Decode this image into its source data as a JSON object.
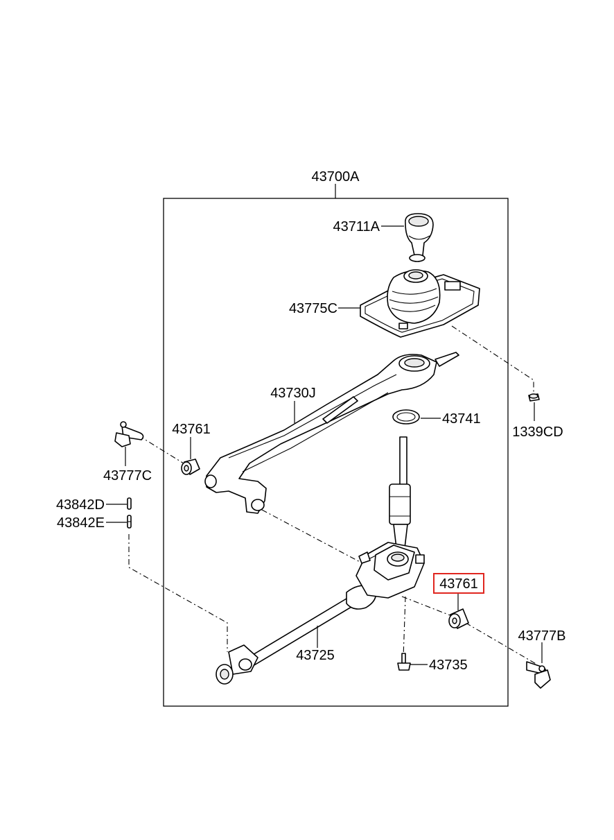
{
  "diagram": {
    "assembly_label": "43700A",
    "highlight_color": "#e0261f",
    "parts": [
      {
        "id": "knob",
        "label": "43711A"
      },
      {
        "id": "boot-housing",
        "label": "43775C"
      },
      {
        "id": "lever",
        "label": "43730J"
      },
      {
        "id": "bushing-left",
        "label": "43761"
      },
      {
        "id": "ring",
        "label": "43741"
      },
      {
        "id": "screw-outside",
        "label": "1339CD"
      },
      {
        "id": "clip-left",
        "label": "43777C"
      },
      {
        "id": "pin-d",
        "label": "43842D"
      },
      {
        "id": "pin-e",
        "label": "43842E"
      },
      {
        "id": "bushing-right",
        "label": "43761",
        "highlighted": true
      },
      {
        "id": "rod",
        "label": "43725"
      },
      {
        "id": "bolt",
        "label": "43735"
      },
      {
        "id": "clip-right",
        "label": "43777B"
      }
    ]
  }
}
